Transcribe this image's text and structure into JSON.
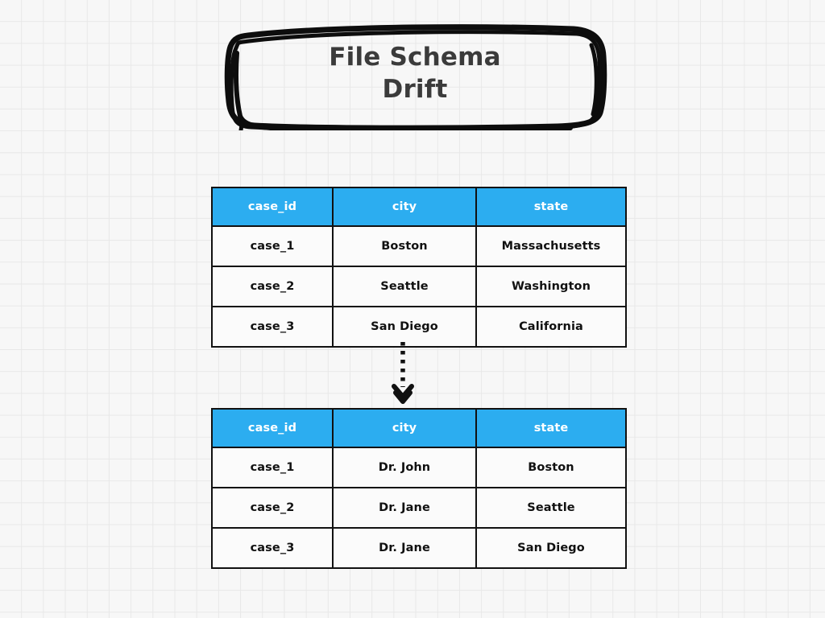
{
  "title": {
    "line1": "File Schema",
    "line2": "Drift",
    "text_color": "#3b3b3b",
    "frame_style": "hand-drawn-rounded-rectangle"
  },
  "theme": {
    "background": "#f7f7f7",
    "grid_line": "#e8e8e8",
    "header_blue": "#2cadf0",
    "header_text": "#ffffff",
    "border": "#111111",
    "cell_background": "#fbfbfb",
    "cell_text": "#111111"
  },
  "connector": {
    "icon": "dotted-down-arrow-icon",
    "direction": "down",
    "line_style": "dotted",
    "color": "#111111"
  },
  "tables": [
    {
      "id": "table-before",
      "columns": [
        "case_id",
        "city",
        "state"
      ],
      "rows": [
        [
          "case_1",
          "Boston",
          "Massachusetts"
        ],
        [
          "case_2",
          "Seattle",
          "Washington"
        ],
        [
          "case_3",
          "San Diego",
          "California"
        ]
      ]
    },
    {
      "id": "table-after",
      "columns": [
        "case_id",
        "city",
        "state"
      ],
      "rows": [
        [
          "case_1",
          "Dr. John",
          "Boston"
        ],
        [
          "case_2",
          "Dr. Jane",
          "Seattle"
        ],
        [
          "case_3",
          "Dr. Jane",
          "San Diego"
        ]
      ]
    }
  ]
}
